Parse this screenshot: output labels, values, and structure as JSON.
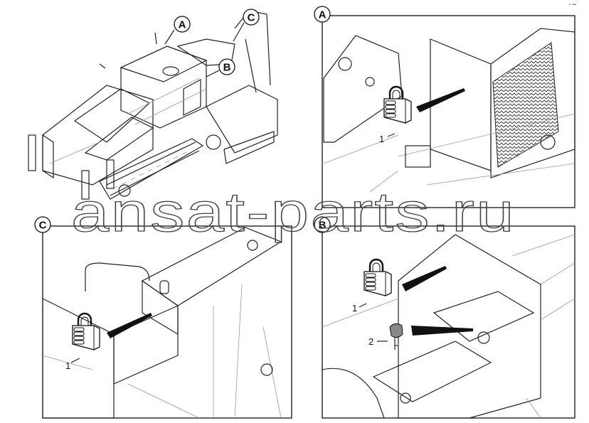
{
  "overview": {
    "callouts": [
      "A",
      "B",
      "C"
    ]
  },
  "panels": [
    {
      "id": "A",
      "items": [
        {
          "number": "1",
          "part": "padlock"
        }
      ]
    },
    {
      "id": "C",
      "items": [
        {
          "number": "1",
          "part": "padlock"
        }
      ]
    },
    {
      "id": "B",
      "items": [
        {
          "number": "1",
          "part": "padlock"
        },
        {
          "number": "2",
          "part": "key"
        }
      ]
    }
  ],
  "watermark": "ansat-parts.ru",
  "corner_mark": "•´ •••"
}
